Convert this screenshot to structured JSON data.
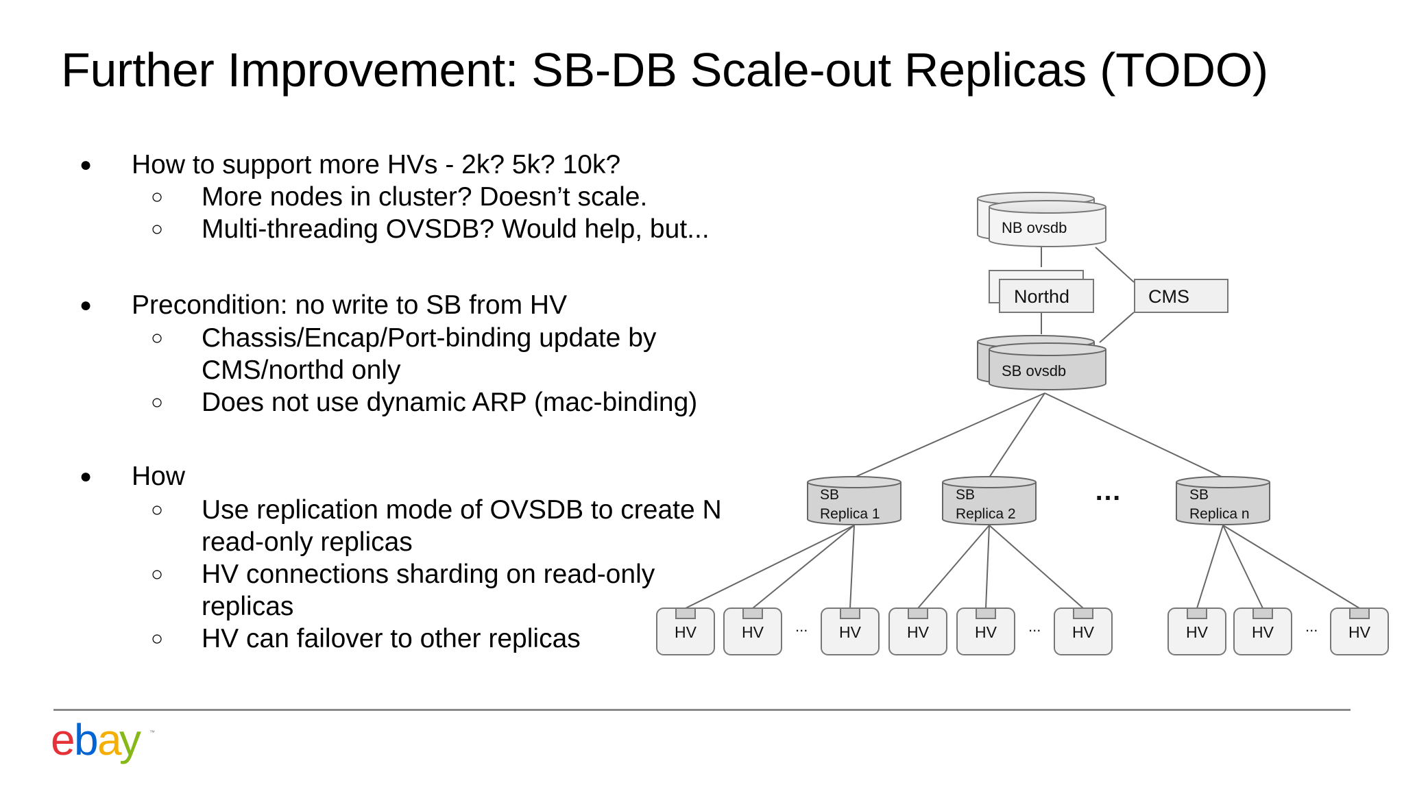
{
  "title": "Further Improvement: SB-DB Scale-out Replicas (TODO)",
  "bullets": [
    {
      "text": "How to support more HVs - 2k? 5k? 10k?",
      "sub": [
        [
          "More nodes in cluster? Doesn’t scale."
        ],
        [
          "Multi-threading OVSDB? Would help, but..."
        ]
      ]
    },
    {
      "text": "Precondition: no write to SB from HV",
      "sub": [
        [
          "Chassis/Encap/Port-binding update by",
          "CMS/northd only"
        ],
        [
          "Does not use dynamic ARP (mac-binding)"
        ]
      ]
    },
    {
      "text": "How",
      "sub": [
        [
          "Use replication mode of OVSDB to create N",
          "read-only replicas"
        ],
        [
          "HV connections sharding on read-only",
          "replicas"
        ],
        [
          "HV can failover to other replicas"
        ]
      ]
    }
  ],
  "diagram": {
    "nb": "NB ovsdb",
    "northd": "Northd",
    "cms": "CMS",
    "sb": "SB ovsdb",
    "replicas": [
      [
        "SB",
        "Replica 1"
      ],
      [
        "SB",
        "Replica 2"
      ],
      [
        "SB",
        "Replica n"
      ]
    ],
    "replica_ellipsis": "…",
    "hv_label": "HV",
    "hv_ellipsis": "..."
  },
  "logo": {
    "letters": [
      "e",
      "b",
      "a",
      "y"
    ],
    "colors": [
      "#e53238",
      "#0064d2",
      "#f5af02",
      "#86b817"
    ],
    "trademark": "™"
  }
}
